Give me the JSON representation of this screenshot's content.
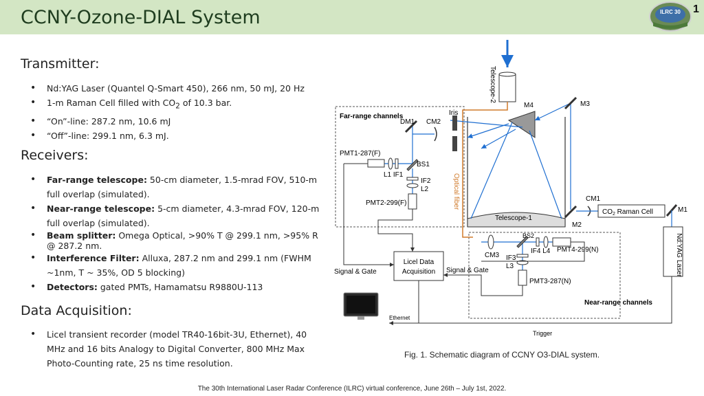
{
  "header": {
    "title": "CCNY-Ozone-DIAL System",
    "page_number": "1",
    "logo_text": "ILRC 30",
    "logo_icon": "ilrc-logo-icon"
  },
  "transmitter": {
    "heading": "Transmitter:",
    "items": [
      {
        "text": "Nd:YAG Laser (Quantel Q-Smart 450), 266 nm, 50 mJ, 20 Hz"
      },
      {
        "pre": "1-m Raman Cell filled with CO",
        "sub": "2",
        "post": " of 10.3 bar."
      },
      {
        "text": "“On”-line:  287.2 nm, 10.6 mJ"
      },
      {
        "text": "“Off”-line:  299.1 nm, 6.3 mJ."
      }
    ]
  },
  "receivers": {
    "heading": "Receivers:",
    "items": [
      {
        "bold": "Far-range telescope:",
        "text": " 50-cm diameter, 1.5-mrad FOV, 510-m full overlap (simulated)."
      },
      {
        "bold": "Near-range telescope:",
        "text": " 5-cm diameter, 4.3-mrad FOV, 120-m full overlap (simulated)."
      },
      {
        "bold": "Beam splitter:",
        "text": " Omega Optical, >90% T @ 299.1 nm, >95% R @ 287.2 nm."
      },
      {
        "bold": "Interference Filter:",
        "text": " Alluxa, 287.2 nm and 299.1 nm (FWHM ~1nm, T ~ 35%, OD 5 blocking)"
      },
      {
        "bold": "Detectors:",
        "text": " gated PMTs, Hamamatsu R9880U-113"
      }
    ]
  },
  "acquisition": {
    "heading": "Data Acquisition:",
    "items": [
      {
        "text": "Licel transient recorder (model TR40-16bit-3U, Ethernet), 40 MHz and 16 bits Analogy to Digital Converter, 800 MHz Max Photo-Counting rate, 25 ns time resolution."
      }
    ]
  },
  "diagram": {
    "far_range_box": "Far-range channels",
    "near_range_box": "Near-range channels",
    "telescope2": "Telescope-2",
    "telescope1": "Telescope-1",
    "iris": "Iris",
    "dm1": "DM1",
    "cm2": "CM2",
    "cm1": "CM1",
    "cm3": "CM3",
    "m1": "M1",
    "m2": "M2",
    "m3": "M3",
    "m4": "M4",
    "bs1": "BS1",
    "bs2": "BS2",
    "pmt1": "PMT1-287(F)",
    "pmt2": "PMT2-299(F)",
    "pmt3": "PMT3-287(N)",
    "pmt4": "PMT4-299(N)",
    "l1if1": "L1 IF1",
    "if2": "IF2",
    "l2": "L2",
    "if3": "IF3",
    "l3": "L3",
    "if4l4": "IF4 L4",
    "optical_fiber": "Optical fiber",
    "raman_cell_pre": "CO",
    "raman_cell_sub": "2",
    "raman_cell_post": " Raman Cell",
    "laser": "Nd:YAG Laser",
    "licel_line1": "Licel Data",
    "licel_line2": "Acquisition",
    "signal_gate_left": "Signal & Gate",
    "signal_gate_right": "Signal & Gate",
    "ethernet": "Ethernet",
    "trigger": "Trigger"
  },
  "caption": "Fig. 1. Schematic diagram of CCNY O3-DIAL system.",
  "footer": "The 30th International Laser Radar Conference (ILRC) virtual conference, June 26th – July 1st, 2022.",
  "colors": {
    "header_bg": "#d3e6c4",
    "beam_blue": "#1f6fd1",
    "fiber_orange": "#d07a2a"
  }
}
